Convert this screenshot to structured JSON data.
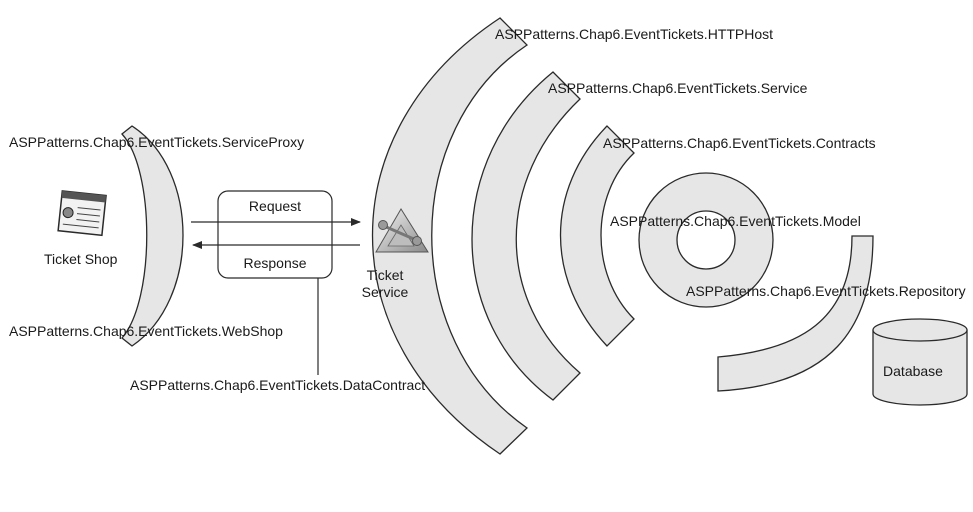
{
  "labels": {
    "httphost": "ASPPatterns.Chap6.EventTickets.HTTPHost",
    "service": "ASPPatterns.Chap6.EventTickets.Service",
    "contracts": "ASPPatterns.Chap6.EventTickets.Contracts",
    "model": "ASPPatterns.Chap6.EventTickets.Model",
    "repository": "ASPPatterns.Chap6.EventTickets.Repository",
    "service_proxy": "ASPPatterns.Chap6.EventTickets.ServiceProxy",
    "webshop": "ASPPatterns.Chap6.EventTickets.WebShop",
    "data_contract": "ASPPatterns.Chap6.EventTickets.DataContract"
  },
  "nodes": {
    "ticket_shop": "Ticket Shop",
    "ticket_service_line1": "Ticket",
    "ticket_service_line2": "Service",
    "database": "Database"
  },
  "messages": {
    "request": "Request",
    "response": "Response"
  },
  "icons": {
    "ticket_shop": "browser-window-icon",
    "ticket_service": "service-endpoint-icon",
    "database": "database-cylinder-icon"
  }
}
